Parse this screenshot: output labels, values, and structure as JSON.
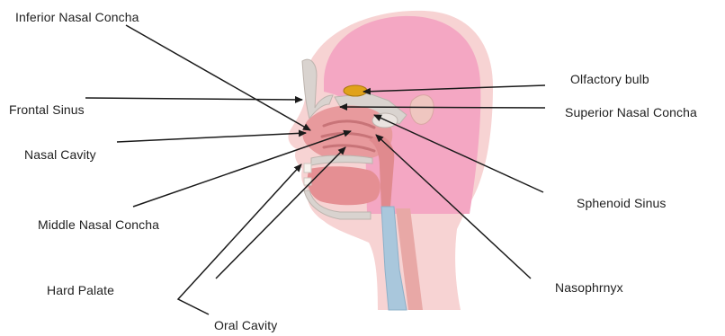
{
  "labels": {
    "inferior_nasal_concha": "Inferior Nasal Concha",
    "frontal_sinus": "Frontal Sinus",
    "nasal_cavity": "Nasal Cavity",
    "middle_nasal_concha": "Middle Nasal Concha",
    "hard_palate": "Hard Palate",
    "oral_cavity": "Oral Cavity",
    "olfactory_bulb": "Olfactory bulb",
    "superior_nasal_concha": "Superior Nasal Concha",
    "sphenoid_sinus": "Sphenoid Sinus",
    "nasophrnyx": "Nasophrnyx"
  },
  "colors": {
    "brain": "#f4a7c3",
    "skin": "#f7d3d3",
    "tissue": "#e89a9d",
    "bone": "#d9d3cf",
    "olfactory_bulb": "#e0a21a",
    "airway": "#a9c7dc",
    "leader_line": "#1a1a1a"
  }
}
